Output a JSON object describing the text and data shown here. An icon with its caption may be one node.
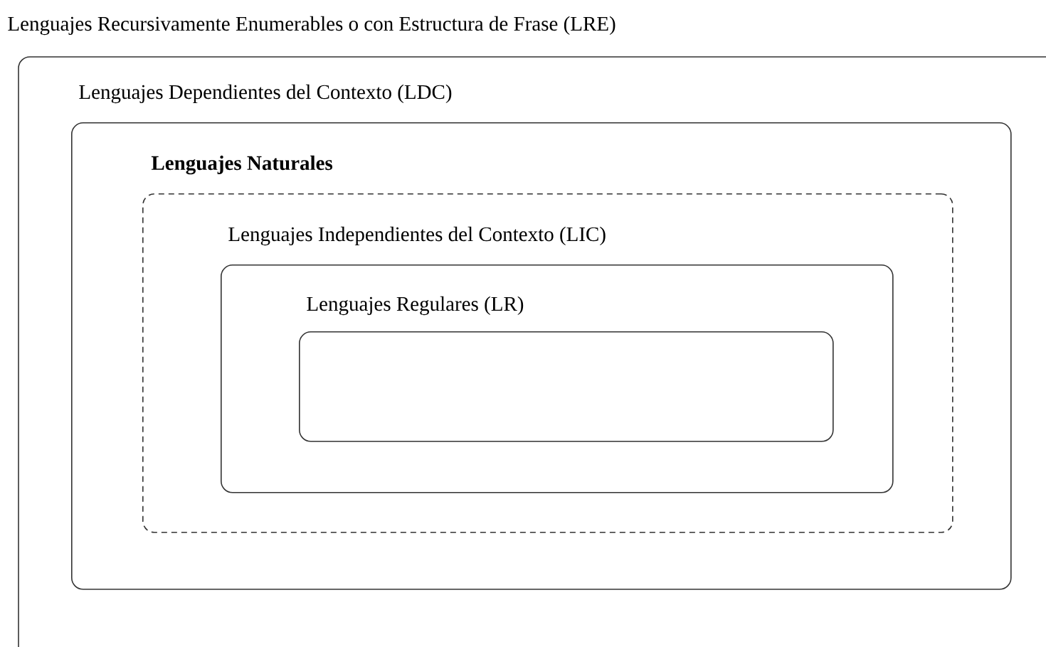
{
  "diagram": {
    "nodes": [
      {
        "text": [
          "Lenguajes Recursivamente Enumerables o con Estructura de Frase (LRE)"
        ]
      },
      {
        "text": [
          "Lenguajes Dependientes del Contexto (LDC)"
        ],
        "in": 0
      },
      {
        "text": [
          "Lenguajes Naturales"
        ],
        "in": 1
      },
      {
        "text": [
          "Lenguajes Independientes del Contexto (LIC)"
        ],
        "in": 2
      },
      {
        "text": [
          "Lenguajes Regulares (LR)"
        ],
        "in": 3
      }
    ]
  }
}
